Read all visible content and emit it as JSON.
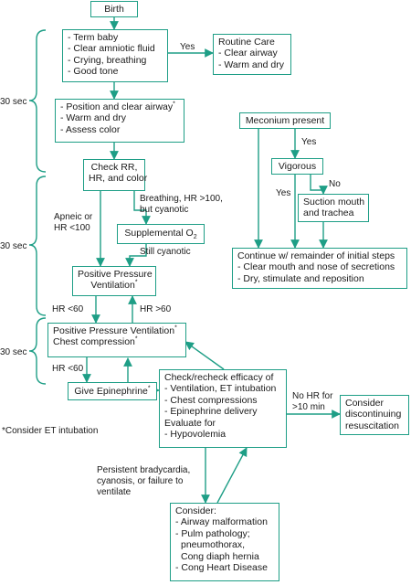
{
  "nodes": {
    "birth": {
      "title": "Birth"
    },
    "initial": {
      "items": [
        "- Term baby",
        "- Clear amniotic fluid",
        "- Crying, breathing",
        "- Good tone"
      ]
    },
    "routine": {
      "title": "Routine Care",
      "items": [
        "- Clear airway",
        "- Warm and dry"
      ]
    },
    "position": {
      "line1": "- Position and clear airway",
      "mark": "*",
      "items": [
        "- Warm and dry",
        "- Assess color"
      ]
    },
    "meconium": {
      "title": "Meconium present"
    },
    "check": {
      "line1": "Check RR,",
      "line2": "HR, and color"
    },
    "vigorous": {
      "title": "Vigorous"
    },
    "suction": {
      "line1": "Suction mouth",
      "line2": "and trachea"
    },
    "supplemental": {
      "text": "Supplemental O",
      "sub": "2"
    },
    "continue": {
      "title": "Continue w/ remainder of initial steps",
      "items": [
        "- Clear mouth and nose of secretions",
        "- Dry, stimulate and reposition"
      ]
    },
    "ppv": {
      "line1": "Positive Pressure",
      "line2": "Ventilation",
      "mark": "*"
    },
    "ppv_cc": {
      "line1": "Positive Pressure Ventilation",
      "mark1": "*",
      "line2": "Chest compression",
      "mark2": "*"
    },
    "epinephrine": {
      "text": "Give Epinephrine",
      "mark": "*"
    },
    "recheck": {
      "title": "Check/recheck efficacy of",
      "items": [
        "- Ventilation, ET intubation",
        "- Chest compressions",
        "- Epinephrine delivery"
      ],
      "evaluate": "Evaluate for",
      "items2": [
        "- Hypovolemia"
      ]
    },
    "discontinue": {
      "line1": "Consider",
      "line2": "discontinuing",
      "line3": "resuscitation"
    },
    "consider": {
      "title": "Consider:",
      "items": [
        "- Airway malformation",
        "- Pulm pathology;",
        "  pneumothorax,",
        "  Cong diaph hernia",
        "- Cong Heart Disease"
      ]
    }
  },
  "labels": {
    "yes_routine": "Yes",
    "yes_vigorous": "Yes",
    "no_vigorous": "No",
    "yes_meconium": "Yes",
    "apneic_1": "Apneic or",
    "apneic_2": "HR <100",
    "breathing_1": "Breathing, HR >100,",
    "breathing_2": "but cyanotic",
    "still_cyanotic": "Still cyanotic",
    "hr_lt60_a": "HR <60",
    "hr_gt60": "HR >60",
    "hr_lt60_b": "HR <60",
    "no_hr_1": "No HR for",
    "no_hr_2": ">10 min",
    "persistent_1": "Persistent bradycardia,",
    "persistent_2": "cyanosis, or failure to",
    "persistent_3": "ventilate",
    "footnote": "*Consider ET intubation"
  },
  "time_labels": [
    "30 sec",
    "30 sec",
    "30 sec"
  ],
  "colors": {
    "line": "#1e9e86",
    "text": "#1a1a1a",
    "background": "#ffffff"
  }
}
